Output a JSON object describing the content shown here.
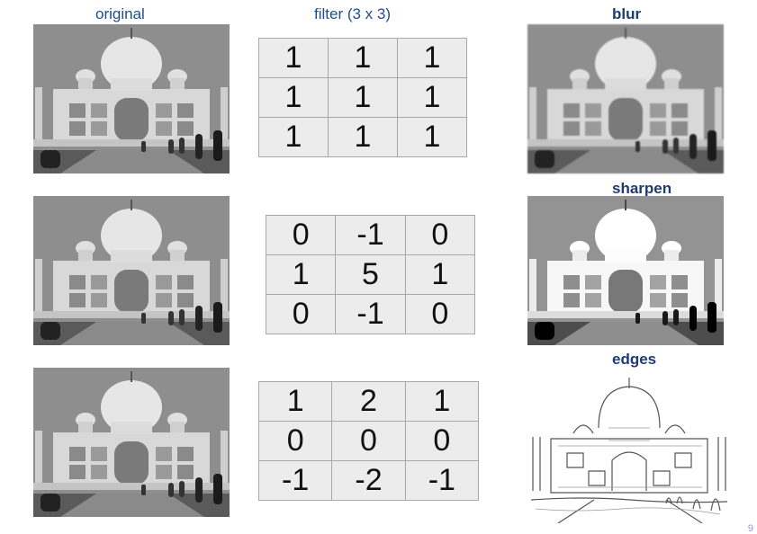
{
  "headers": {
    "original": "original",
    "filter": "filter (3 x 3)",
    "blur": "blur",
    "sharpen": "sharpen",
    "edges": "edges"
  },
  "kernels": {
    "blur": [
      [
        "1",
        "1",
        "1"
      ],
      [
        "1",
        "1",
        "1"
      ],
      [
        "1",
        "1",
        "1"
      ]
    ],
    "sharpen": [
      [
        "0",
        "-1",
        "0"
      ],
      [
        "1",
        "5",
        "1"
      ],
      [
        "0",
        "-1",
        "0"
      ]
    ],
    "edges": [
      [
        "1",
        "2",
        "1"
      ],
      [
        "0",
        "0",
        "0"
      ],
      [
        "-1",
        "-2",
        "-1"
      ]
    ]
  },
  "page_number": "9"
}
